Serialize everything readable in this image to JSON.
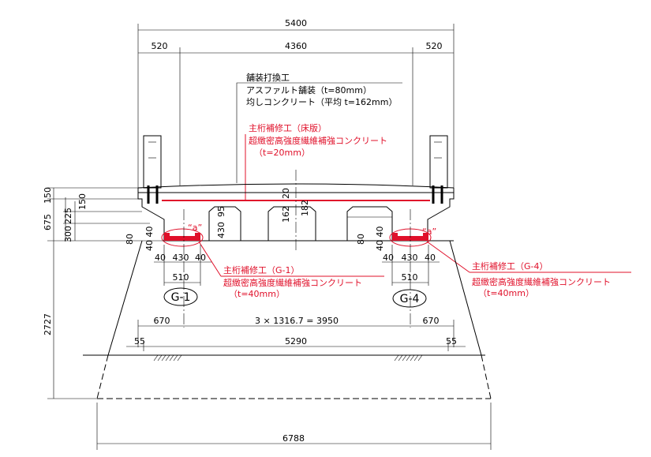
{
  "dims": {
    "overall_width": "5400",
    "left_overhang": "520",
    "center_width": "4360",
    "right_overhang": "520",
    "slab_h": "150",
    "total_h": "675",
    "haunch_225": "225",
    "haunch_150": "150",
    "web_300": "300",
    "flange_80_l": "80",
    "flange_80_r": "80",
    "g1_4040": "40 40",
    "g4_4040": "40 40",
    "void_430": "430",
    "void_95": "95",
    "overlay_20": "20",
    "pave_162": "162",
    "pave_182": "182",
    "g1_bottom": [
      "40",
      "430",
      "40"
    ],
    "g1_total": "510",
    "g4_bottom": [
      "40",
      "430",
      "40"
    ],
    "g4_total": "510",
    "edge_left": "670",
    "spacing": "3 × 1316.7 = 3950",
    "edge_right": "670",
    "foot_left": "55",
    "abut_width": "5290",
    "foot_right": "55",
    "abut_height": "2727",
    "base_width": "6788"
  },
  "labels": {
    "g1": "G-1",
    "g4": "G-4",
    "detail_a_left": "“a”",
    "detail_a_right": "“a”"
  },
  "notes": {
    "pavement": {
      "title": "舗装打換工",
      "line1": "アスファルト舗装（t=80mm）",
      "line2": "均しコンクリート（平均 t=162mm）"
    },
    "slab_repair": {
      "title": "主桁補修工（床版）",
      "line1": "超緻密高強度繊維補強コンクリート",
      "line2": "（t=20mm）"
    },
    "g1_repair": {
      "title": "主桁補修工（G-1）",
      "line1": "超緻密高強度繊維補強コンクリート",
      "line2": "（t=40mm）"
    },
    "g4_repair": {
      "title": "主桁補修工（G-4）",
      "line1": "超緻密高強度繊維補強コンクリート",
      "line2": "（t=40mm）"
    }
  },
  "colors": {
    "repair": "#e0102a"
  }
}
